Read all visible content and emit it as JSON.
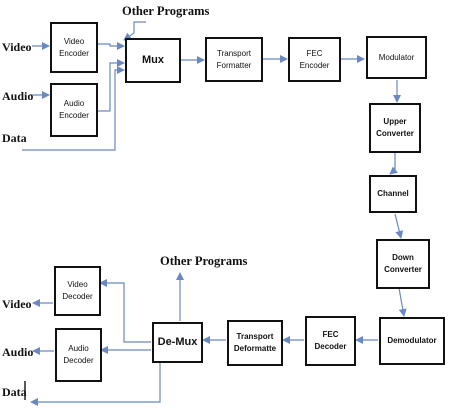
{
  "diagram": {
    "blocks": {
      "video_encoder": "Video\nEncoder",
      "audio_encoder": "Audio\nEncoder",
      "mux": "Mux",
      "transport_formatter": "Transport\nFormatter",
      "fec_encoder": "FEC\nEncoder",
      "modulator": "Modulator",
      "upper_converter": "Upper\nConverter",
      "channel": "Channel",
      "down_converter": "Down\nConverter",
      "demodulator": "Demodulator",
      "fec_decoder": "FEC\nDecoder",
      "transport_deformatter": "Transport\nDeformatte",
      "demux": "De-Mux",
      "video_decoder": "Video\nDecoder",
      "audio_decoder": "Audio\nDecoder"
    },
    "labels": {
      "other_programs_top": "Other Programs",
      "other_programs_bottom": "Other Programs",
      "video_in": "Video",
      "audio_in": "Audio",
      "data_in": "Data",
      "video_out": "Video",
      "audio_out": "Audio",
      "data_out": "Data"
    },
    "colors": {
      "arrow": "#6a89c2",
      "border": "#111111"
    }
  }
}
